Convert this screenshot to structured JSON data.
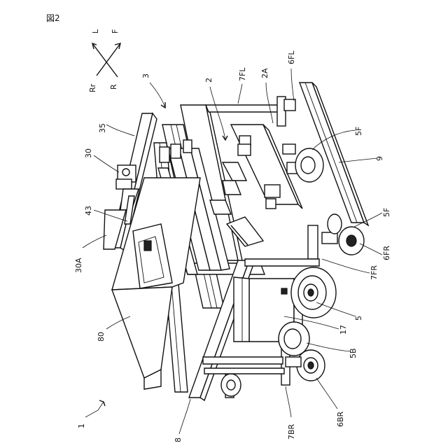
{
  "figure_label": "図2",
  "directions": {
    "left": "L",
    "front": "F",
    "rear": "Rr",
    "right": "R"
  },
  "labels": {
    "l1": "1",
    "l2": "2",
    "l2A": "2A",
    "l3": "3",
    "l5": "5",
    "l5B": "5B",
    "l5F_top": "5F",
    "l5F_mid": "5F",
    "l6BR": "6BR",
    "l6FL": "6FL",
    "l6FR": "6FR",
    "l7BR": "7BR",
    "l7FL": "7FL",
    "l7FR": "7FR",
    "l8": "8",
    "l9": "9",
    "l17": "17",
    "l30": "30",
    "l30A": "30A",
    "l35": "35",
    "l43": "43",
    "l80": "80"
  }
}
